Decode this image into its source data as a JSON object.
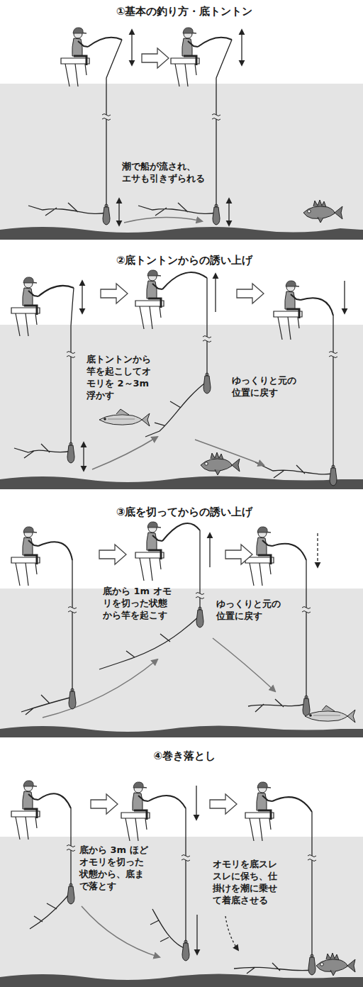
{
  "diagram": {
    "labels": [
      "①基本の釣り方・底トントン",
      "潮で船が流され、 エサも引きずられる",
      "②底トントンからの誘い上げ",
      "底トントンから 竿を起こしてオ モリを 2～3m 浮かす",
      "ゆっくりと元の 位置に戻す",
      "③底を切ってからの誘い上げ",
      "底から 1m オモ リを切った状態 から竿を起こす",
      "ゆっくりと元の 位置に戻す",
      "④巻き落とし",
      "底から 3m ほど オモリを切った 状態から、底ま で落とす",
      "オモリを底スレ スレに保ち、仕 掛けを潮に乗せ て着底させる"
    ]
  }
}
